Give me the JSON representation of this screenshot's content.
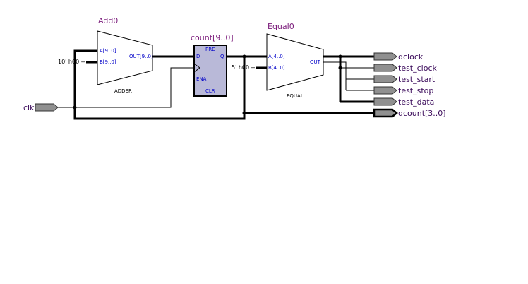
{
  "blocks": {
    "adder": {
      "instance": "Add0",
      "type": "ADDER",
      "port_a": "A[9..0]",
      "port_b": "B[9..0]",
      "port_out": "OUT[9..0]",
      "const_b": "10' h00 --"
    },
    "register": {
      "instance": "count[9..0]",
      "pre": "PRE",
      "d": "D",
      "q": "Q",
      "ena": "ENA",
      "clr": "CLR",
      "fill": "#b9b9d8"
    },
    "equal": {
      "instance": "Equal0",
      "type": "EQUAL",
      "port_a": "A[4..0]",
      "port_b": "B[4..0]",
      "port_out": "OUT",
      "const_b": "5' h00 --"
    }
  },
  "inputs": [
    {
      "label": "clk"
    }
  ],
  "outputs": [
    {
      "label": "dclock"
    },
    {
      "label": "test_clock"
    },
    {
      "label": "test_start"
    },
    {
      "label": "test_stop"
    },
    {
      "label": "test_data"
    },
    {
      "label": "dcount[3..0]"
    }
  ],
  "colors": {
    "pin_fill": "#909090",
    "instance_label": "#7a1a7a",
    "port_label": "#0000c8"
  }
}
